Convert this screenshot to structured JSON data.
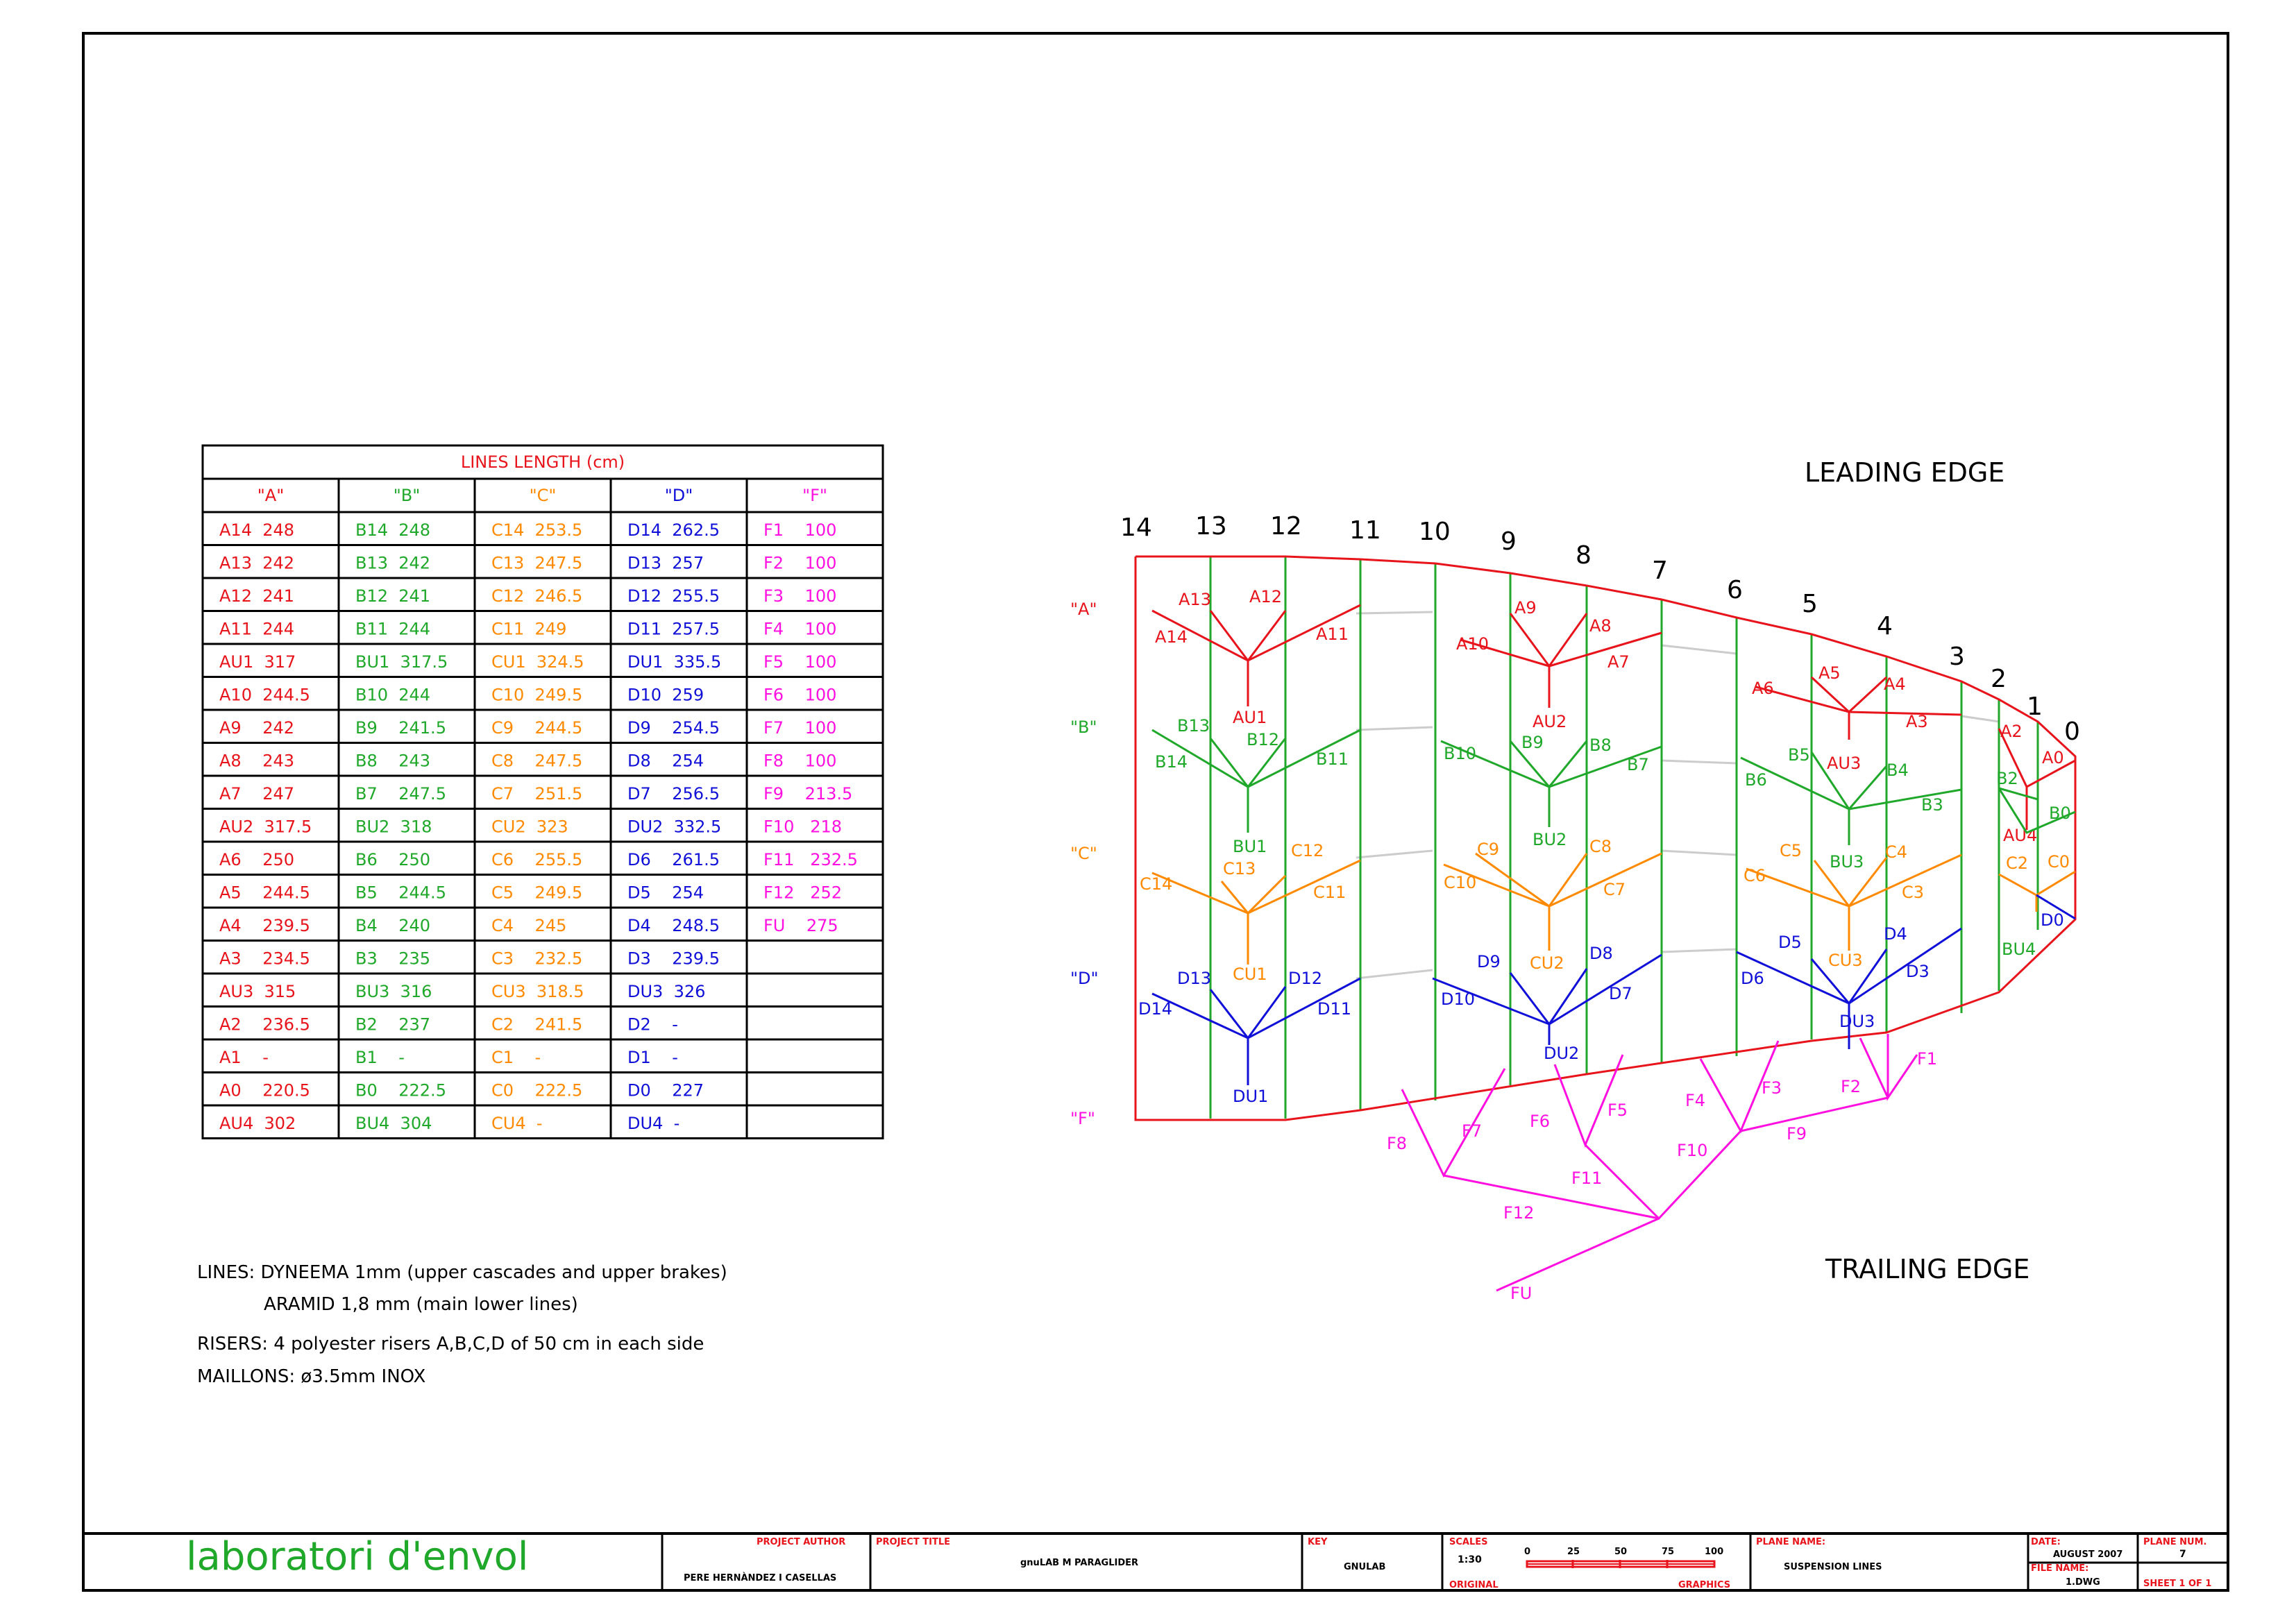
{
  "table": {
    "title": "LINES LENGTH (cm)",
    "headers": [
      "\"A\"",
      "\"B\"",
      "\"C\"",
      "\"D\"",
      "\"F\""
    ],
    "rows": [
      [
        "A14  248",
        "B14  248",
        "C14  253.5",
        "D14  262.5",
        "F1    100"
      ],
      [
        "A13  242",
        "B13  242",
        "C13  247.5",
        "D13  257",
        "F2    100"
      ],
      [
        "A12  241",
        "B12  241",
        "C12  246.5",
        "D12  255.5",
        "F3    100"
      ],
      [
        "A11  244",
        "B11  244",
        "C11  249",
        "D11  257.5",
        "F4    100"
      ],
      [
        "AU1  317",
        "BU1  317.5",
        "CU1  324.5",
        "DU1  335.5",
        "F5    100"
      ],
      [
        "A10  244.5",
        "B10  244",
        "C10  249.5",
        "D10  259",
        "F6    100"
      ],
      [
        "A9    242",
        "B9    241.5",
        "C9    244.5",
        "D9    254.5",
        "F7    100"
      ],
      [
        "A8    243",
        "B8    243",
        "C8    247.5",
        "D8    254",
        "F8    100"
      ],
      [
        "A7    247",
        "B7    247.5",
        "C7    251.5",
        "D7    256.5",
        "F9    213.5"
      ],
      [
        "AU2  317.5",
        "BU2  318",
        "CU2  323",
        "DU2  332.5",
        "F10   218"
      ],
      [
        "A6    250",
        "B6    250",
        "C6    255.5",
        "D6    261.5",
        "F11   232.5"
      ],
      [
        "A5    244.5",
        "B5    244.5",
        "C5    249.5",
        "D5    254",
        "F12   252"
      ],
      [
        "A4    239.5",
        "B4    240",
        "C4    245",
        "D4    248.5",
        "FU    275"
      ],
      [
        "A3    234.5",
        "B3    235",
        "C3    232.5",
        "D3    239.5",
        ""
      ],
      [
        "AU3  315",
        "BU3  316",
        "CU3  318.5",
        "DU3  326",
        ""
      ],
      [
        "A2    236.5",
        "B2    237",
        "C2    241.5",
        "D2    -",
        ""
      ],
      [
        "A1    -",
        "B1    -",
        "C1    -",
        "D1    -",
        ""
      ],
      [
        "A0    220.5",
        "B0    222.5",
        "C0    222.5",
        "D0    227",
        ""
      ],
      [
        "AU4  302",
        "BU4  304",
        "CU4  -",
        "DU4  -",
        ""
      ]
    ]
  },
  "notes": [
    "LINES: DYNEEMA 1mm (upper cascades and upper brakes)",
    "ARAMID 1,8 mm (main lower lines)",
    "RISERS: 4 polyester risers A,B,C,D of 50 cm in each side",
    "MAILLONS: ø3.5mm INOX"
  ],
  "diagram": {
    "leading_edge": "LEADING EDGE",
    "trailing_edge": "TRAILING EDGE",
    "rib_numbers": [
      "14",
      "13",
      "12",
      "11",
      "10",
      "9",
      "8",
      "7",
      "6",
      "5",
      "4",
      "3",
      "2",
      "1",
      "0"
    ],
    "row_labels": [
      "\"A\"",
      "\"B\"",
      "\"C\"",
      "\"D\"",
      "\"F\""
    ],
    "colors": {
      "A": "#e8141c",
      "B": "#1fa82a",
      "C": "#ff8a00",
      "D": "#1010d8",
      "F": "#ff10e0"
    },
    "line_labels": {
      "A": [
        "A13",
        "A12",
        "A14",
        "A11",
        "AU1",
        "A9",
        "A8",
        "A10",
        "A7",
        "AU2",
        "A5",
        "A4",
        "A6",
        "A3",
        "AU3",
        "A2",
        "A0",
        "AU4"
      ],
      "B": [
        "B13",
        "B12",
        "B14",
        "B11",
        "BU1",
        "B9",
        "B8",
        "B10",
        "B7",
        "BU2",
        "B5",
        "B4",
        "B6",
        "B3",
        "BU3",
        "B2",
        "B0",
        "BU4"
      ],
      "C": [
        "C12",
        "C13",
        "C14",
        "C11",
        "CU1",
        "C9",
        "C8",
        "C10",
        "C7",
        "CU2",
        "C5",
        "C4",
        "C6",
        "C3",
        "CU3",
        "C2",
        "C0"
      ],
      "D": [
        "D13",
        "D12",
        "D14",
        "D11",
        "DU1",
        "D9",
        "D8",
        "D10",
        "D7",
        "DU2",
        "D5",
        "D4",
        "D6",
        "D3",
        "DU3",
        "D0"
      ],
      "F": [
        "F1",
        "F2",
        "F3",
        "F4",
        "F5",
        "F6",
        "F7",
        "F8",
        "F9",
        "F10",
        "F11",
        "F12",
        "FU"
      ]
    }
  },
  "title_block": {
    "logo": "laboratori d'envol",
    "project_author_label": "PROJECT AUTHOR",
    "project_author": "PERE HERNÀNDEZ I CASELLAS",
    "project_title_label": "PROJECT TITLE",
    "project_title": "gnuLAB M PARAGLIDER",
    "key_label": "KEY",
    "key": "GNULAB",
    "scales_label": "SCALES",
    "scale": "1:30",
    "original_label": "ORIGINAL",
    "graphics_label": "GRAPHICS",
    "scale_ticks": [
      "0",
      "25",
      "50",
      "75",
      "100"
    ],
    "plane_name_label": "PLANE NAME:",
    "plane_name": "SUSPENSION LINES",
    "date_label": "DATE:",
    "date": "AUGUST 2007",
    "file_name_label": "FILE NAME:",
    "file_name": "1.DWG",
    "plane_num_label": "PLANE NUM.",
    "plane_num": "7",
    "sheet": "SHEET 1 OF 1"
  }
}
